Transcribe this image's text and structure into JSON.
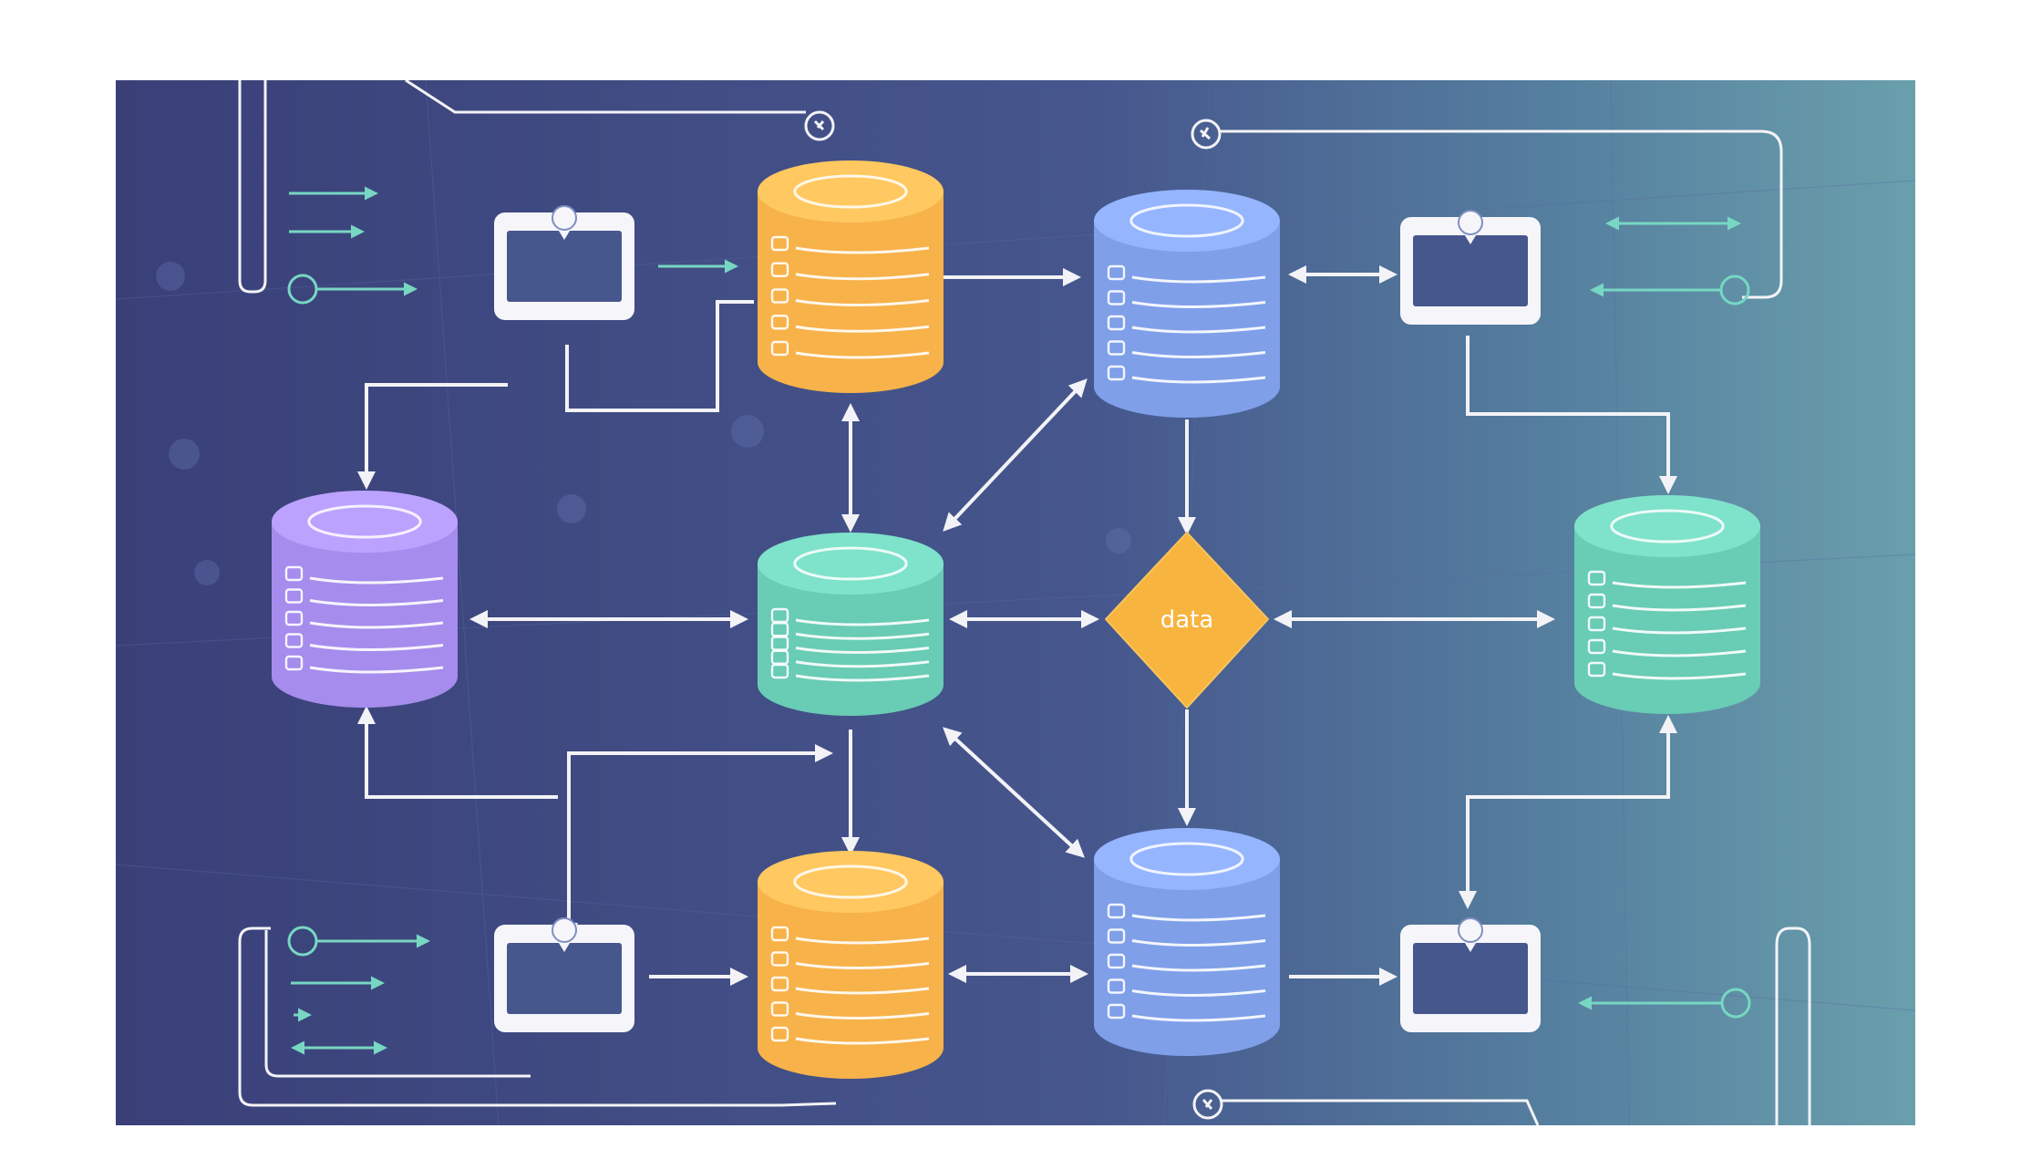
{
  "palette": {
    "background_left": "#3a3f78",
    "background_mid": "#46578d",
    "background_right": "#6a9fac",
    "line": "#f3f3f7",
    "accent_teal": "#77d7c3",
    "db_orange": "#f7b24a",
    "db_blue": "#7f9fe9",
    "db_teal": "#69ccb5",
    "db_purple": "#a68ced",
    "decision": "#f7b43f"
  },
  "nodes": {
    "decision_label": "data",
    "databases": [
      {
        "id": "db-top-orange",
        "color": "db_orange",
        "icon": "database-cylinder-icon"
      },
      {
        "id": "db-top-blue",
        "color": "db_blue",
        "icon": "database-cylinder-icon"
      },
      {
        "id": "db-left-purple",
        "color": "db_purple",
        "icon": "database-cylinder-icon"
      },
      {
        "id": "db-center-teal",
        "color": "db_teal",
        "icon": "database-cylinder-icon"
      },
      {
        "id": "db-right-teal",
        "color": "db_teal",
        "icon": "database-cylinder-icon"
      },
      {
        "id": "db-bottom-orange",
        "color": "db_orange",
        "icon": "database-cylinder-icon"
      },
      {
        "id": "db-bottom-blue",
        "color": "db_blue",
        "icon": "database-cylinder-icon"
      }
    ],
    "monitors": [
      {
        "id": "monitor-top-left",
        "icon": "monitor-icon"
      },
      {
        "id": "monitor-top-right",
        "icon": "monitor-icon"
      },
      {
        "id": "monitor-bottom-left",
        "icon": "monitor-icon"
      },
      {
        "id": "monitor-bottom-right",
        "icon": "monitor-icon"
      }
    ]
  }
}
